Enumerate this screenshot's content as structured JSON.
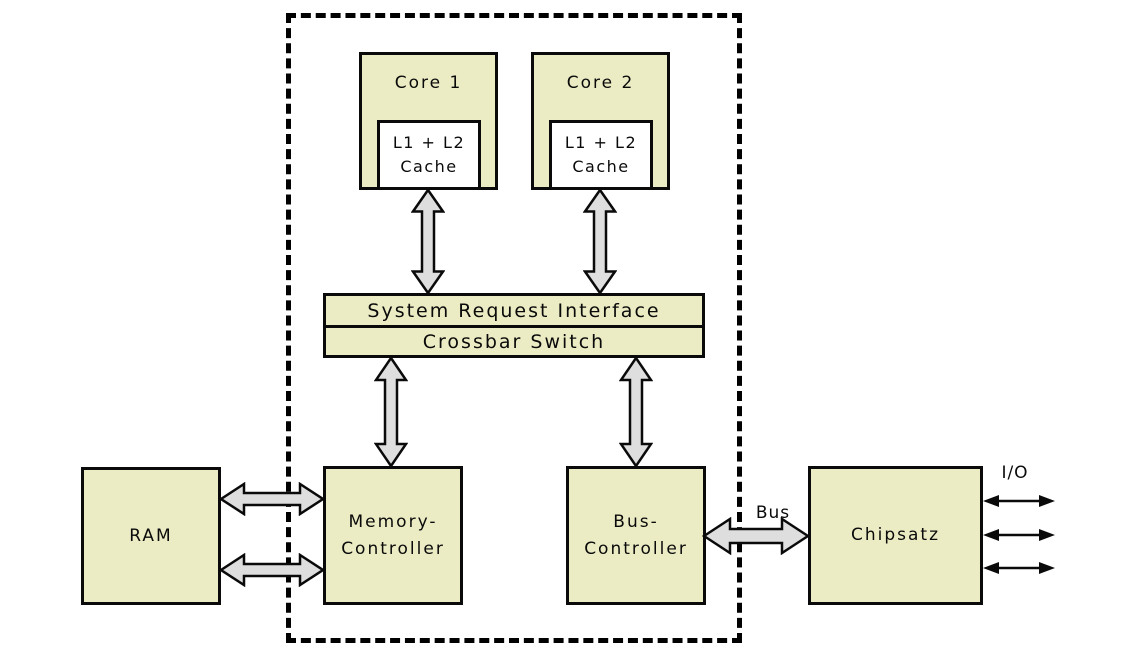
{
  "colors": {
    "box_fill": "#ebebc4",
    "box_border": "#0a0a0a",
    "arrow_fill": "#dedede",
    "line_color": "#0a0a0a",
    "background": "#ffffff",
    "cache_fill": "#ffffff"
  },
  "cpu": {
    "core1": {
      "title": "Core 1",
      "cache": {
        "line1": "L1 + L2",
        "line2": "Cache"
      }
    },
    "core2": {
      "title": "Core 2",
      "cache": {
        "line1": "L1 + L2",
        "line2": "Cache"
      }
    },
    "system_request_interface": {
      "label": "System Request Interface"
    },
    "crossbar_switch": {
      "label": "Crossbar Switch"
    },
    "memory_controller": {
      "line1": "Memory-",
      "line2": "Controller"
    },
    "bus_controller": {
      "line1": "Bus-",
      "line2": "Controller"
    }
  },
  "external": {
    "ram": {
      "label": "RAM"
    },
    "chipset": {
      "label": "Chipsatz"
    },
    "bus_label": "Bus",
    "io_label": "I/O"
  }
}
